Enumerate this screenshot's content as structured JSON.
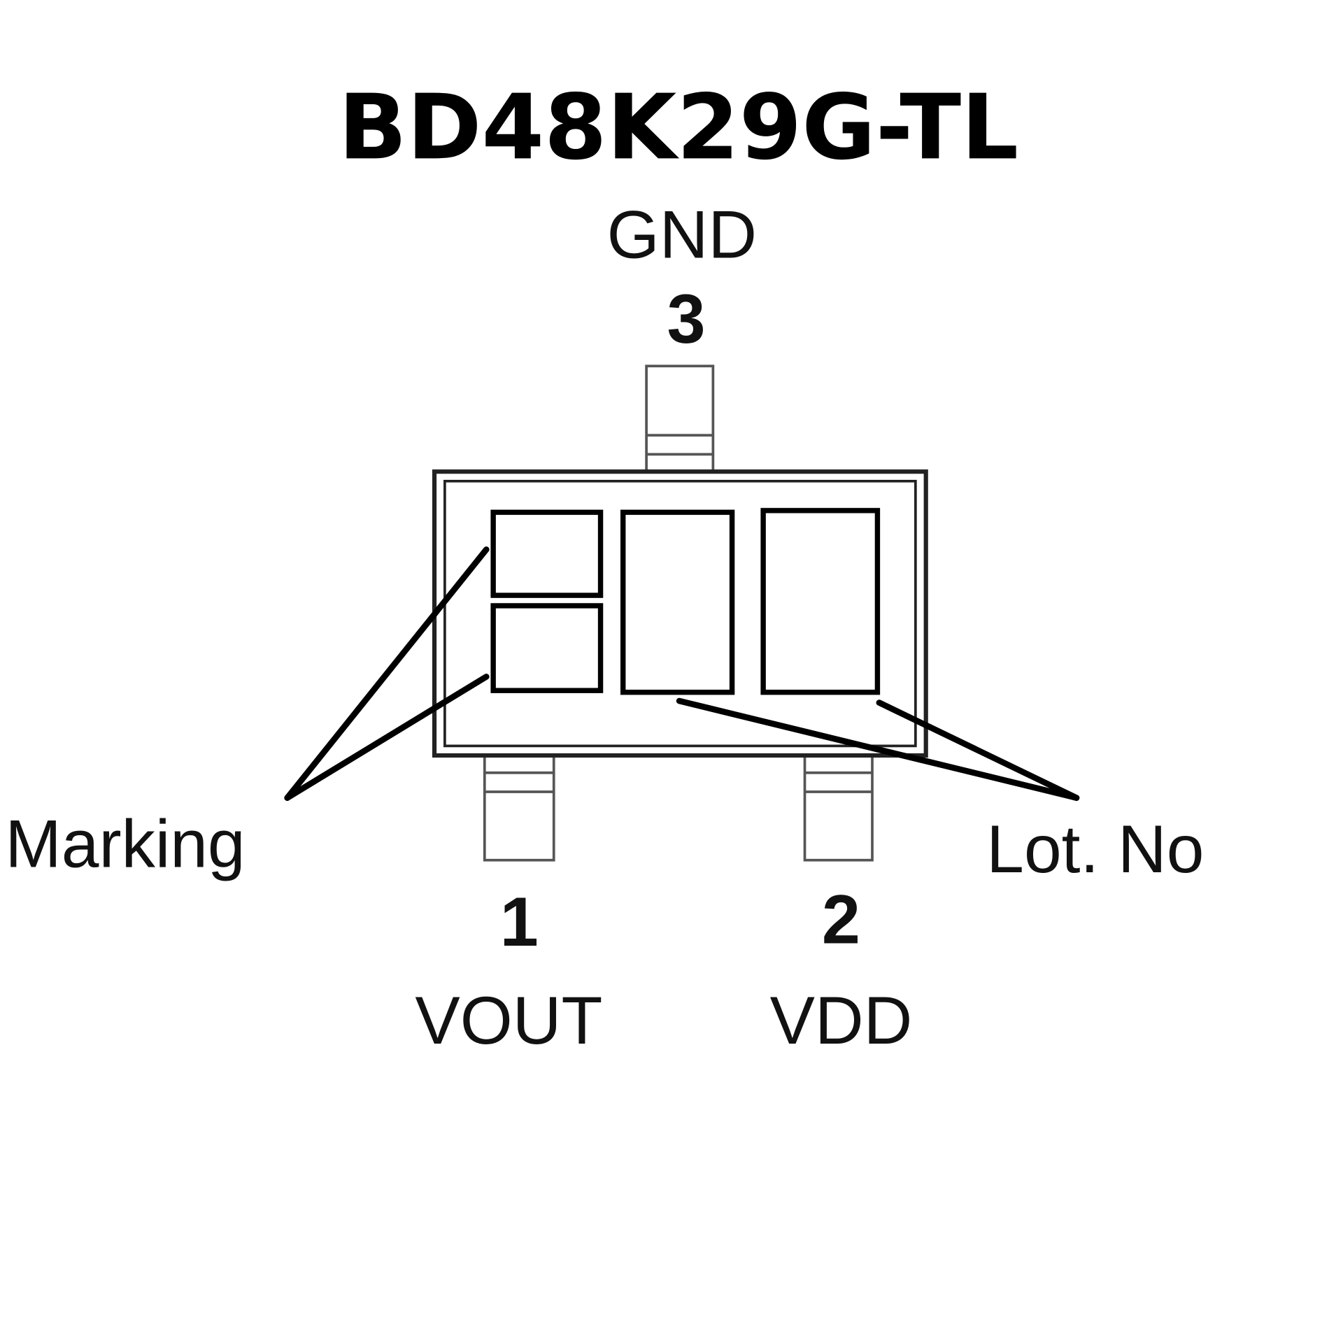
{
  "title": "BD48K29G-TL",
  "pins": {
    "pin3": {
      "number": "3",
      "name": "GND"
    },
    "pin1": {
      "number": "1",
      "name": "VOUT"
    },
    "pin2": {
      "number": "2",
      "name": "VDD"
    }
  },
  "callouts": {
    "marking": "Marking",
    "lot_no": "Lot. No"
  }
}
